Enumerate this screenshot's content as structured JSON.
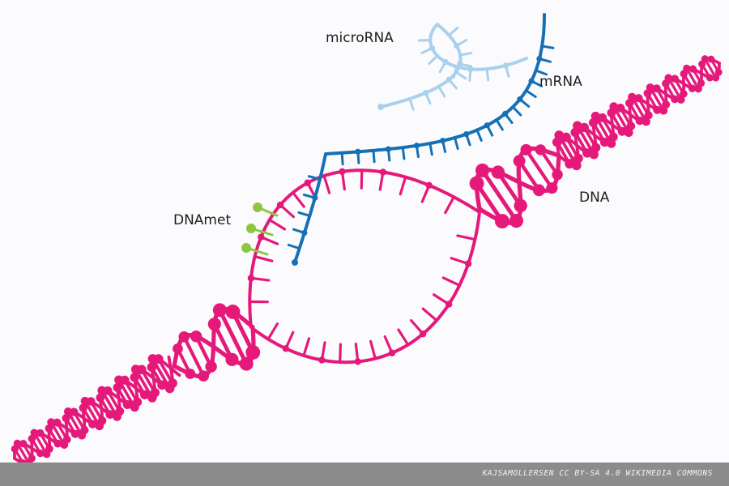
{
  "labels": {
    "microrna": "microRNA",
    "mrna": "mRNA",
    "dna": "DNA",
    "dnamet": "DNAmet"
  },
  "credit": "KAJSAMOLLERSEN CC BY-SA 4.0 WIKIMEDIA COMMONS",
  "colors": {
    "dna": "#e5197a",
    "mrna": "#1570b6",
    "microrna": "#a8d1ee",
    "methyl": "#8dc63f",
    "credit_bar": "#8c8c8c"
  }
}
